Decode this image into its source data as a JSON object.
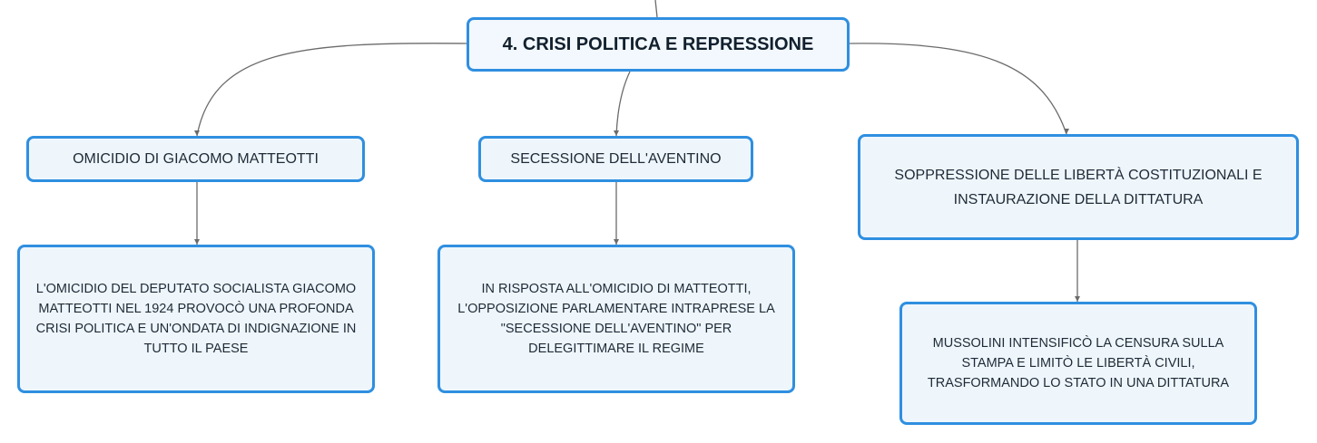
{
  "root": {
    "title": "4. CRISI POLITICA E REPRESSIONE"
  },
  "branches": [
    {
      "label": "OMICIDIO DI GIACOMO MATTEOTTI"
    },
    {
      "label": "SECESSIONE DELL'AVENTINO"
    },
    {
      "label": "SOPPRESSIONE DELLE LIBERTÀ COSTITUZIONALI E INSTAURAZIONE DELLA DITTATURA"
    }
  ],
  "details": [
    {
      "text": "L'OMICIDIO DEL DEPUTATO SOCIALISTA GIACOMO MATTEOTTI NEL 1924 PROVOCÒ UNA PROFONDA CRISI POLITICA E UN'ONDATA DI INDIGNAZIONE IN TUTTO IL PAESE"
    },
    {
      "text": "IN RISPOSTA ALL'OMICIDIO DI MATTEOTTI, L'OPPOSIZIONE PARLAMENTARE INTRAPRESE LA \"SECESSIONE DELL'AVENTINO\" PER DELEGITTIMARE IL REGIME"
    },
    {
      "text": "MUSSOLINI INTENSIFICÒ LA CENSURA SULLA STAMPA E LIMITÒ LE LIBERTÀ CIVILI, TRASFORMANDO LO STATO IN UNA DITTATURA"
    }
  ],
  "colors": {
    "border": "#2f8fe0",
    "fill": "#eef6fc",
    "connector": "#6b6b6b"
  }
}
